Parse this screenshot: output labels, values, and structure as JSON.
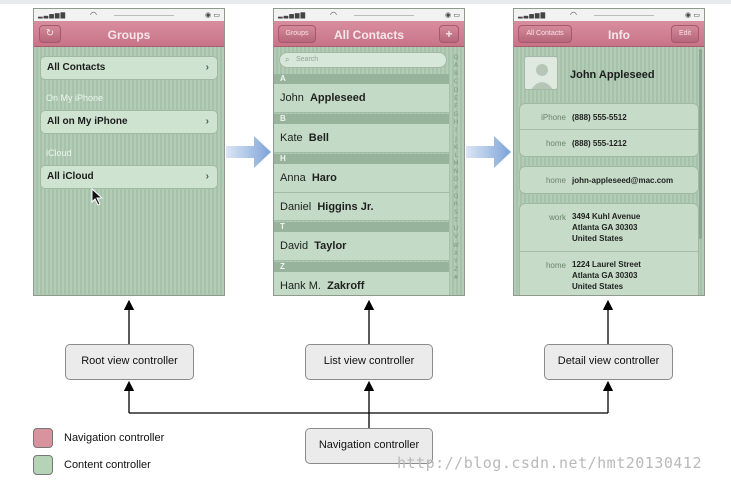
{
  "phones": {
    "groups": {
      "title": "Groups",
      "left_icon": "refresh-icon",
      "items": [
        {
          "label": "All Contacts"
        },
        {
          "label": "All on My iPhone"
        },
        {
          "label": "All iCloud"
        }
      ],
      "section_headers": [
        "On My iPhone",
        "iCloud"
      ]
    },
    "contacts": {
      "title": "All Contacts",
      "back_label": "Groups",
      "add_label": "+",
      "search_placeholder": "Search",
      "sections": [
        {
          "letter": "A",
          "rows": [
            {
              "first": "John",
              "last": "Appleseed"
            }
          ]
        },
        {
          "letter": "B",
          "rows": [
            {
              "first": "Kate",
              "last": "Bell"
            }
          ]
        },
        {
          "letter": "H",
          "rows": [
            {
              "first": "Anna",
              "last": "Haro"
            },
            {
              "first": "Daniel",
              "last": "Higgins Jr."
            }
          ]
        },
        {
          "letter": "T",
          "rows": [
            {
              "first": "David",
              "last": "Taylor"
            }
          ]
        },
        {
          "letter": "Z",
          "rows": [
            {
              "first": "Hank M.",
              "last": "Zakroff"
            }
          ]
        }
      ],
      "index": [
        "Q",
        "A",
        "B",
        "C",
        "D",
        "E",
        "F",
        "G",
        "H",
        "I",
        "J",
        "K",
        "L",
        "M",
        "N",
        "O",
        "P",
        "Q",
        "R",
        "S",
        "T",
        "U",
        "V",
        "W",
        "X",
        "Y",
        "Z",
        "#"
      ]
    },
    "info": {
      "title": "Info",
      "back_label": "All Contacts",
      "edit_label": "Edit",
      "name": "John Appleseed",
      "phones": [
        {
          "label": "iPhone",
          "value": "(888) 555-5512"
        },
        {
          "label": "home",
          "value": "(888) 555-1212"
        }
      ],
      "email": {
        "label": "home",
        "value": "john-appleseed@mac.com"
      },
      "addresses": [
        {
          "label": "work",
          "lines": [
            "3494 Kuhl Avenue",
            "Atlanta GA 30303",
            "United States"
          ]
        },
        {
          "label": "home",
          "lines": [
            "1224 Laurel Street",
            "Atlanta GA 30303",
            "United States"
          ]
        }
      ]
    }
  },
  "boxes": {
    "root": "Root view controller",
    "list": "List view controller",
    "detail": "Detail view controller",
    "nav": "Navigation controller"
  },
  "legend": [
    {
      "label": "Navigation controller",
      "color": "#d9939e"
    },
    {
      "label": "Content controller",
      "color": "#b5d3b7"
    }
  ],
  "watermark": "http://blog.csdn.net/hmt20130412"
}
